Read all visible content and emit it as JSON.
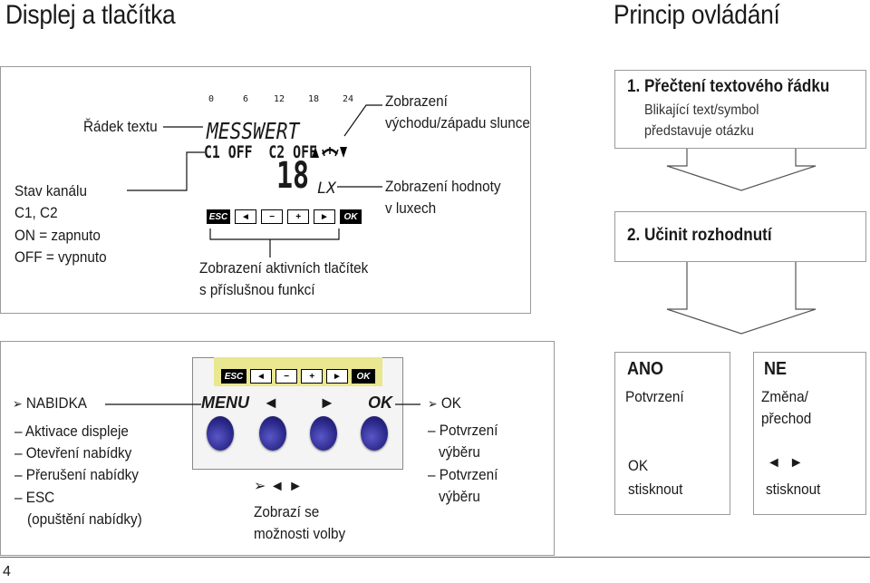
{
  "titles": {
    "left": "Displej a tlačítka",
    "right": "Princip ovládání"
  },
  "display_panel": {
    "row_text_label": "Řádek textu",
    "channel_label": [
      "Stav kanálu",
      "C1, C2",
      "ON = zapnuto",
      "OFF = vypnuto"
    ],
    "scale_ticks": [
      "0",
      "6",
      "12",
      "18",
      "24"
    ],
    "lcd_text_row": "MESSWERT",
    "lcd_channels": "C1 OFF  C2 OFF",
    "lcd_value": "18",
    "lcd_unit": "LX",
    "sun_label": [
      "Zobrazení",
      "východu/západu slunce"
    ],
    "lux_label": [
      "Zobrazení hodnoty",
      "v luxech"
    ],
    "keys_label": [
      "Zobrazení aktivních tlačítek",
      "s příslušnou funkcí"
    ]
  },
  "lcd_keys": [
    "ESC",
    "◄",
    "−",
    "+",
    "►",
    "OK"
  ],
  "principle": {
    "step1_title": "1. Přečtení textového řádku",
    "step1_desc": [
      "Blikající text/symbol",
      "představuje otázku"
    ],
    "step2_title": "2. Učinit rozhodnutí"
  },
  "menu_panel": {
    "nabidka": "NABIDKA",
    "items": [
      "– Aktivace displeje",
      "– Otevření nabídky",
      "– Přerušení nabídky",
      "– ESC",
      "(opuštění nabídky)"
    ],
    "menu_label": "MENU",
    "ok_label": "OK",
    "select_hint": [
      "Zobrazí se",
      "možnosti volby"
    ],
    "ok_right": "OK",
    "ok_items": [
      "– Potvrzení",
      "výběru",
      "– Potvrzení",
      "výběru"
    ]
  },
  "ano": {
    "title": "ANO",
    "sub": "Potvrzení",
    "key": "OK",
    "action": "stisknout"
  },
  "ne": {
    "title": "NE",
    "sub": [
      "Změna/",
      "přechod"
    ],
    "action": "stisknout"
  },
  "page_number": "4",
  "colors": {
    "lcd": "#e9e78f",
    "knob": "#2c2a8c",
    "border": "#9a9a9a"
  }
}
